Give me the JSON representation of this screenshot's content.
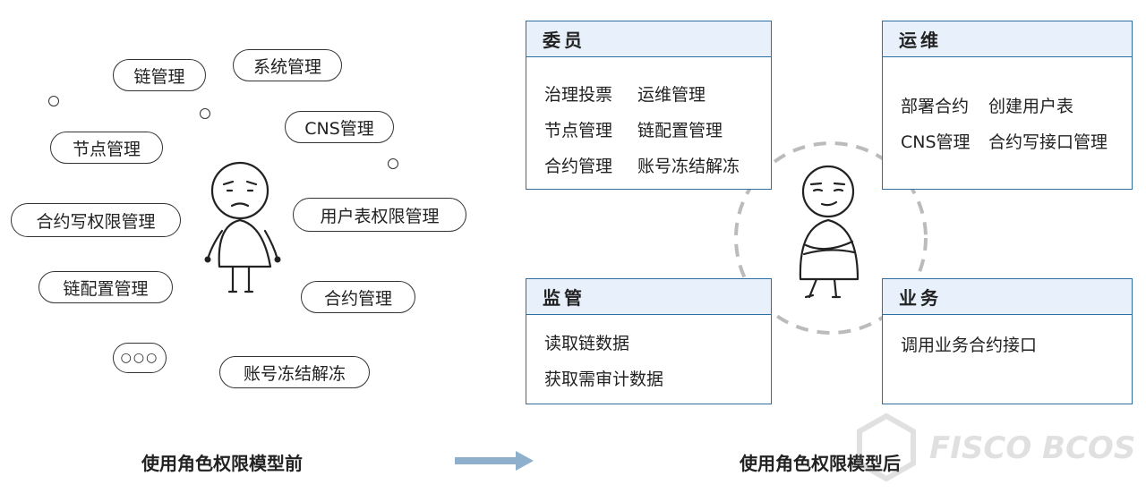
{
  "before": {
    "caption": "使用角色权限模型前",
    "items": [
      "链管理",
      "系统管理",
      "CNS管理",
      "节点管理",
      "合约写权限管理",
      "用户表权限管理",
      "链配置管理",
      "合约管理",
      "账号冻结解冻"
    ],
    "more": "○○○"
  },
  "after": {
    "caption": "使用角色权限模型后",
    "roles": [
      {
        "title": "委员",
        "rows": [
          [
            "治理投票",
            "运维管理"
          ],
          [
            "节点管理",
            "链配置管理"
          ],
          [
            "合约管理",
            "账号冻结解冻"
          ]
        ]
      },
      {
        "title": "运维",
        "rows": [
          [
            "部署合约",
            "创建用户表"
          ],
          [
            "CNS管理",
            "合约写接口管理"
          ]
        ]
      },
      {
        "title": "监管",
        "rows": [
          [
            "读取链数据"
          ],
          [
            "获取需审计数据"
          ]
        ]
      },
      {
        "title": "业务",
        "rows": [
          [
            "调用业务合约接口"
          ]
        ]
      }
    ]
  },
  "colors": {
    "accent_border": "#2d6fa3",
    "header_fill": "#e8f1fb",
    "arrow": "#8fb0cc",
    "dashed_ring": "#bbbbbb"
  },
  "watermark": "FISCO BCOS"
}
